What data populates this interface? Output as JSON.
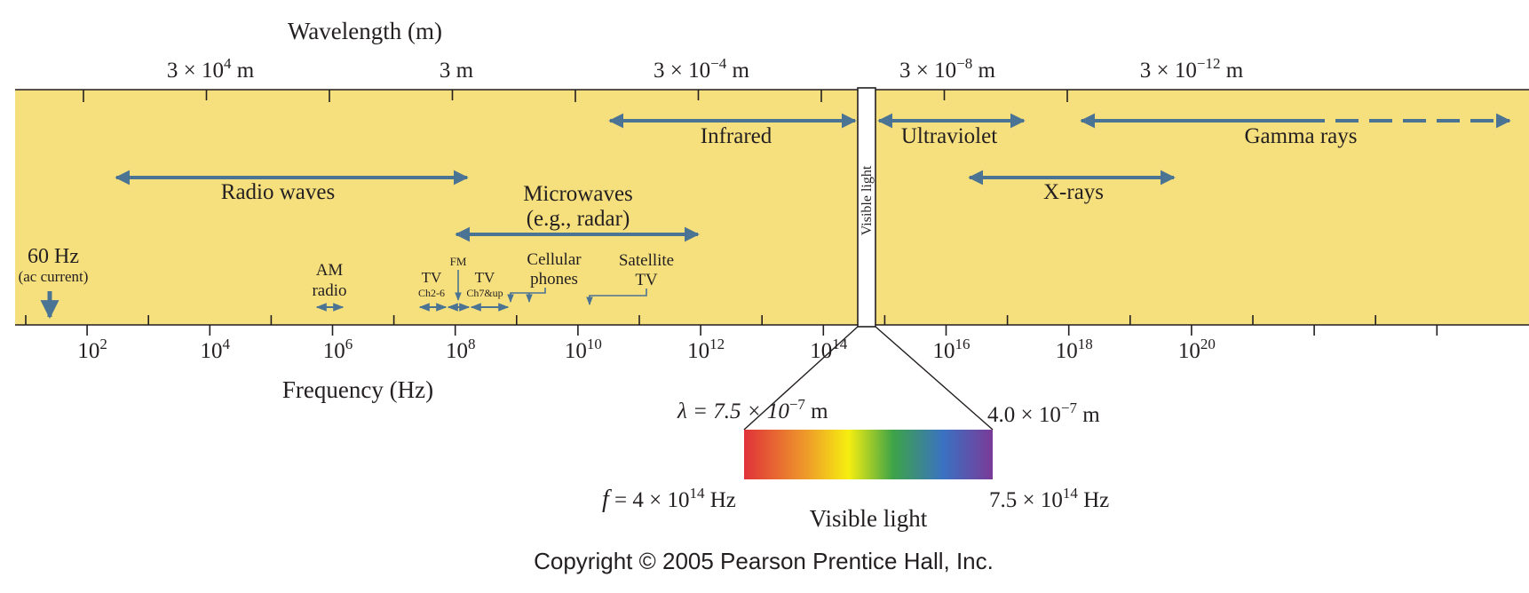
{
  "colors": {
    "band": "#f6e07e",
    "arrow": "#4b7393",
    "line": "#231f20",
    "text": "#231f20"
  },
  "wavelength": {
    "title": "Wavelength (m)",
    "marks": [
      {
        "base": "3 × 10",
        "exp": "4",
        "unit": " m"
      },
      {
        "base": "3 m",
        "exp": "",
        "unit": ""
      },
      {
        "base": "3 × 10",
        "exp": "−4",
        "unit": " m"
      },
      {
        "base": "3 × 10",
        "exp": "−8",
        "unit": " m"
      },
      {
        "base": "3 × 10",
        "exp": "−12",
        "unit": " m"
      }
    ]
  },
  "frequency": {
    "title": "Frequency (Hz)",
    "labels": [
      {
        "base": "10",
        "exp": "2"
      },
      {
        "base": "10",
        "exp": "4"
      },
      {
        "base": "10",
        "exp": "6"
      },
      {
        "base": "10",
        "exp": "8"
      },
      {
        "base": "10",
        "exp": "10"
      },
      {
        "base": "10",
        "exp": "12"
      },
      {
        "base": "10",
        "exp": "14"
      },
      {
        "base": "10",
        "exp": "16"
      },
      {
        "base": "10",
        "exp": "18"
      },
      {
        "base": "10",
        "exp": "20"
      }
    ]
  },
  "bands": {
    "radio": "Radio waves",
    "microwaves_line1": "Microwaves",
    "microwaves_line2": "(e.g., radar)",
    "infrared": "Infrared",
    "visible_vertical": "Visible light",
    "ultraviolet": "Ultraviolet",
    "xrays": "X-rays",
    "gamma": "Gamma rays"
  },
  "small_labels": {
    "hz60": "60 Hz",
    "ac_current": "(ac current)",
    "am_line1": "AM",
    "am_line2": "radio",
    "tv1_line1": "TV",
    "tv1_line2": "Ch2-6",
    "fm": "FM",
    "tv2_line1": "TV",
    "tv2_line2": "Ch7&up",
    "cellular_line1": "Cellular",
    "cellular_line2": "phones",
    "satellite_line1": "Satellite",
    "satellite_line2": "TV"
  },
  "visible": {
    "lambda_prefix": "λ = 7.5 × 10",
    "lambda_exp": "−7",
    "lambda_unit": " m",
    "short_prefix": "4.0 × 10",
    "short_exp": "−7",
    "short_unit": " m",
    "f_label": "f",
    "f_prefix": " = 4 × 10",
    "f_exp": "14",
    "f_unit": " Hz",
    "high_prefix": "7.5 × 10",
    "high_exp": "14",
    "high_unit": " Hz",
    "caption": "Visible light"
  },
  "copyright": "Copyright © 2005 Pearson Prentice Hall, Inc."
}
